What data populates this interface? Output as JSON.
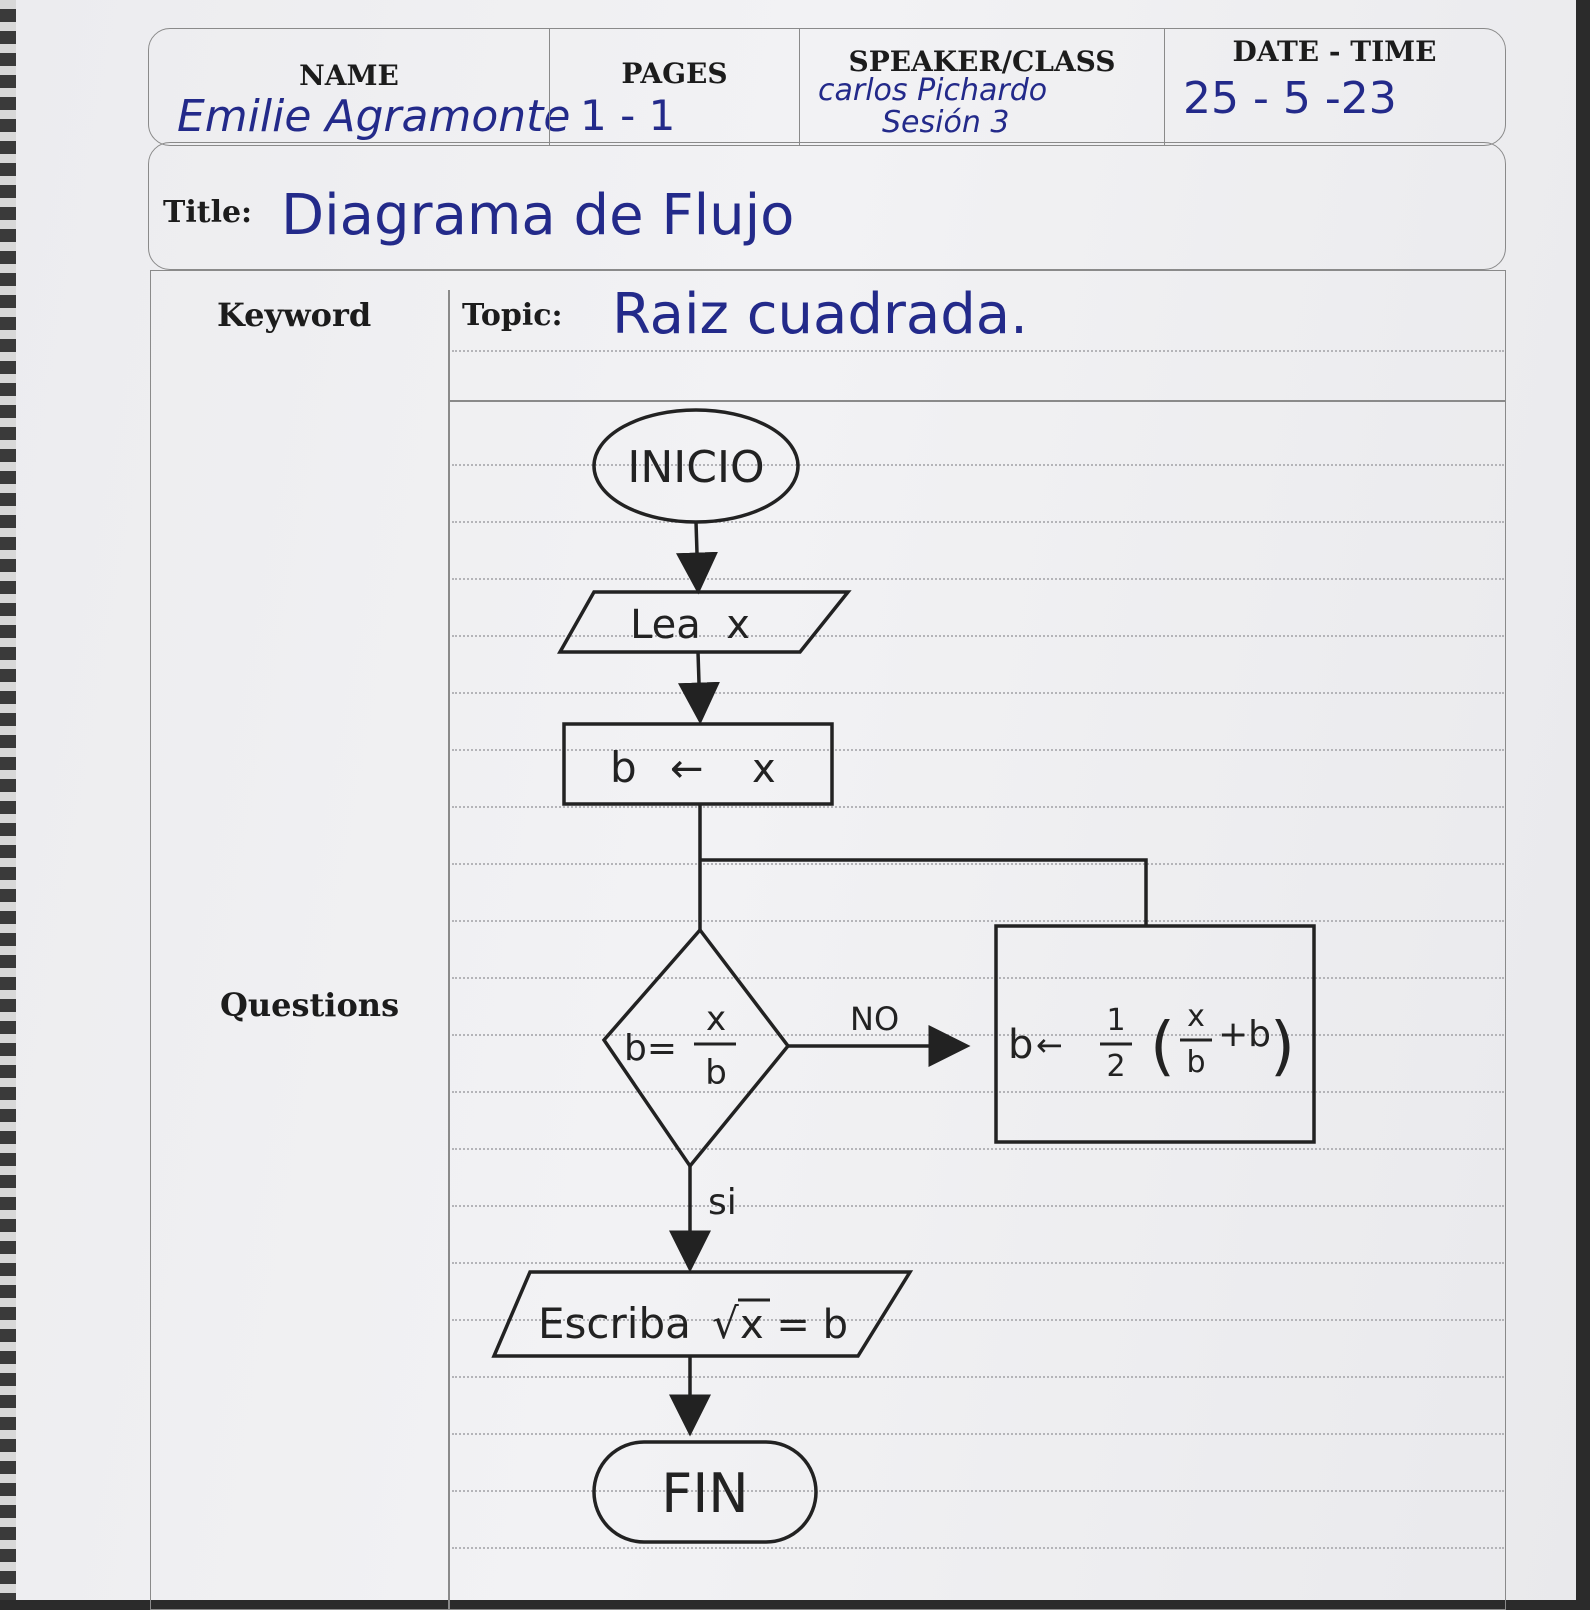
{
  "header": {
    "name_label": "NAME",
    "name_value": "Emilie Agramonte",
    "pages_label": "PAGES",
    "pages_value": "1 - 1",
    "speaker_label": "SPEAKER/CLASS",
    "speaker_value_line1": "carlos Pichardo",
    "speaker_value_line2": "Sesión 3",
    "date_label": "DATE - TIME",
    "date_value": "25 - 5 -23"
  },
  "title_row": {
    "label": "Title:",
    "value": "Diagrama de Flujo"
  },
  "notes": {
    "keyword_label": "Keyword",
    "questions_label": "Questions",
    "topic_label": "Topic:",
    "topic_value": "Raiz cuadrada."
  },
  "flowchart": {
    "start": "INICIO",
    "input": "Lea  x",
    "assign_left": "b",
    "assign_arrow": "←",
    "assign_right": "x",
    "decision_left": "b=",
    "decision_num": "x",
    "decision_den": "b",
    "no_label": "NO",
    "yes_label": "si",
    "update_left": "b",
    "update_arrow": "←",
    "update_half_num": "1",
    "update_half_den": "2",
    "update_paren_open": "(",
    "update_frac_num": "x",
    "update_frac_den": "b",
    "update_plus": "+b",
    "update_paren_close": ")",
    "output_text": "Escriba",
    "output_sqrt": "√",
    "output_expr": "x = b",
    "end": "FIN"
  },
  "colors": {
    "ink_blue": "#232a8a",
    "pencil": "#222222",
    "rule": "#8a8a8a"
  }
}
